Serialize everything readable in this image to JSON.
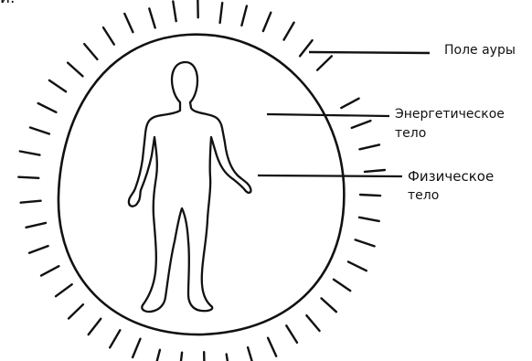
{
  "top_fragment": "и.",
  "labels": {
    "aura_field": "Поле ауры",
    "energy_body": [
      "Энергетическое",
      "тело"
    ],
    "physical_body": [
      "Физическое",
      "тело"
    ]
  },
  "colors": {
    "ink": "#111111",
    "paper": "#ffffff"
  }
}
